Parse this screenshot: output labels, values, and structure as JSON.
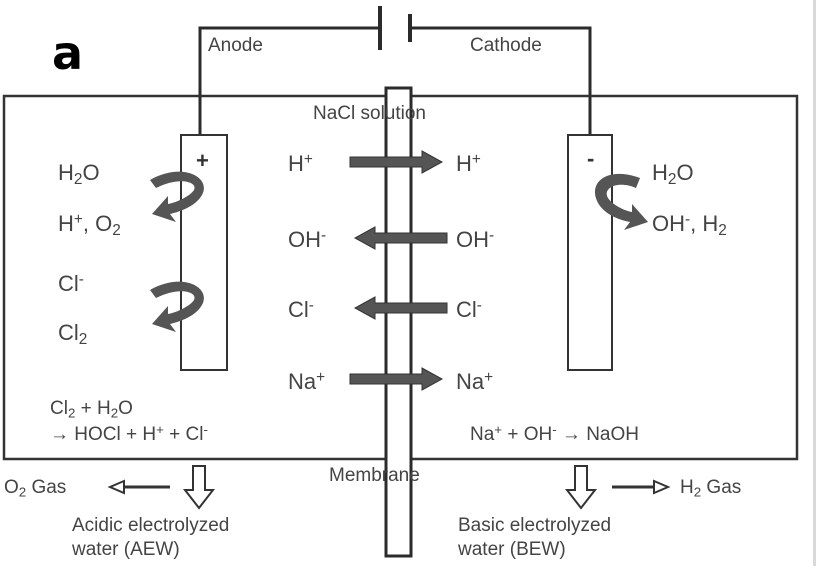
{
  "panel_label": "a",
  "electrodes": {
    "anode": "Anode",
    "cathode": "Cathode",
    "anode_sign": "+",
    "cathode_sign": "-"
  },
  "solution": "NaCl solution",
  "membrane": "Membrane",
  "anode_reactions": [
    {
      "from": "H2O",
      "to": "H+, O2"
    },
    {
      "from": "Cl-",
      "to": "Cl2"
    }
  ],
  "cathode_reaction": {
    "from": "H2O",
    "to": "OH-, H2"
  },
  "ion_transfer": [
    {
      "left": "H+",
      "right": "H+",
      "direction": "right"
    },
    {
      "left": "OH-",
      "right": "OH-",
      "direction": "left"
    },
    {
      "left": "Cl-",
      "right": "Cl-",
      "direction": "left"
    },
    {
      "left": "Na+",
      "right": "Na+",
      "direction": "right"
    }
  ],
  "anode_equation": [
    "Cl2 + H2O",
    "→ HOCl + H+ + Cl-"
  ],
  "cathode_equation": "Na+ + OH- → NaOH",
  "anode_gas": "O2 Gas",
  "cathode_gas": "H2 Gas",
  "products": {
    "left": [
      "Acidic electrolyzed",
      "water (AEW)"
    ],
    "right": [
      "Basic electrolyzed",
      "water (BEW)"
    ]
  },
  "colors": {
    "line": "#2b2b2b",
    "arrow_fill": "#555555",
    "text": "#444444"
  }
}
